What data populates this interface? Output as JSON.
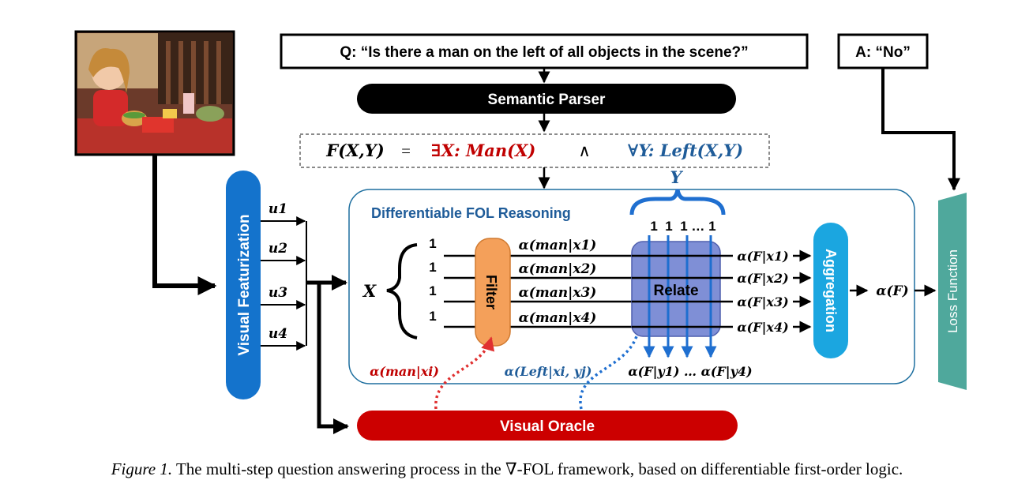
{
  "question": "Q: “Is there a man on the left of all objects in the scene?”",
  "answer": "A: “No”",
  "semantic_parser": "Semantic Parser",
  "formula": {
    "lhs": "F(X,Y)",
    "eq": "=",
    "exists": "∃X: Man(X)",
    "and": "∧",
    "forall": "∀Y: Left(X,Y)"
  },
  "y_var": "Y",
  "x_var": "X",
  "visual_featurization": "Visual Featurization",
  "features": [
    "u1",
    "u2",
    "u3",
    "u4"
  ],
  "fol_title": "Differentiable FOL Reasoning",
  "ones_left": [
    "1",
    "1",
    "1",
    "1"
  ],
  "ones_top": "1  1  1 … 1",
  "filter": "Filter",
  "relate": "Relate",
  "aggregation": "Aggregation",
  "filter_outputs": [
    "α(man|x1)",
    "α(man|x2)",
    "α(man|x3)",
    "α(man|x4)"
  ],
  "relate_outputs": [
    "α(F|x1)",
    "α(F|x2)",
    "α(F|x3)",
    "α(F|x4)"
  ],
  "y_outputs": "α(F|y1) … α(F|y4)",
  "final_output": "α(F)",
  "loss_function": "Loss Function",
  "visual_oracle": "Visual Oracle",
  "oracle_man": "α(man|xi)",
  "oracle_left": "α(Left|xi, yj)",
  "caption_fig": "Figure 1.",
  "caption_text": " The multi-step question answering process in the ∇-FOL framework, based on differentiable first-order logic.",
  "colors": {
    "red": "#c00000",
    "blue": "#1f5c99",
    "featurization": "#1473cc",
    "filter": "#f4a05a",
    "relate": "#7f8fd6",
    "aggregation": "#1ba6e0",
    "loss": "#4fa89c",
    "oracle": "#cc0000"
  }
}
